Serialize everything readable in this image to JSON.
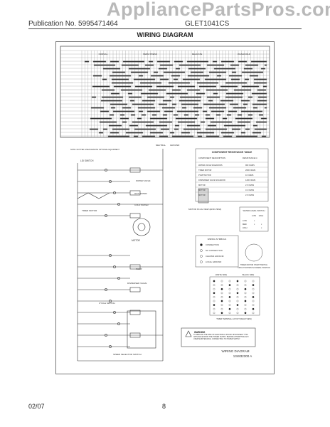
{
  "header": {
    "watermark": "AppliancePartsPros.com",
    "publication_prefix": "Publication No. 5995471464",
    "model_prefix": "GLET1041CS",
    "title": "WIRING DIAGRAM"
  },
  "timer_chart": {
    "stages": [
      "NORMAL",
      "PERM PRESS",
      "DELICATE",
      "WASH/COLD"
    ]
  },
  "resistance_table": {
    "title": "COMPONENT RESISTANCE TABLE",
    "col_headers": [
      "COMPONENT DESCRIPTION",
      "RESISTANCE Ω"
    ],
    "rows": [
      [
        "WATER VALVE SOLENOIDS",
        "900 OHMS"
      ],
      [
        "TIMER MOTOR",
        "2600 OHMS"
      ],
      [
        "PUMP MOTOR",
        "10 OHMS"
      ],
      [
        "DISPENSER VALVE SOLENOID",
        "1200 OHMS"
      ],
      [
        "MOTOR",
        "2.6 OHMS"
      ],
      [
        "MOTOR",
        "3.2 OHMS"
      ],
      [
        "MOTOR",
        "2.6 OHMS"
      ]
    ]
  },
  "legend": {
    "title": "WIRING SYMBOLS",
    "items": [
      "CONNECTION",
      "NO CONNECTION",
      "CHASSIS GROUND",
      "LOCAL GROUND"
    ]
  },
  "wl_switch": {
    "title": "WATER LEVEL SWITCH",
    "cols": [
      "LOW",
      "HIGH"
    ],
    "rows": [
      [
        "LOW",
        "x",
        ""
      ],
      [
        "MED",
        "x",
        "x"
      ],
      [
        "HIGH",
        "",
        "x"
      ]
    ]
  },
  "timer_note": {
    "title": "TIMER MOTOR START SWITCH",
    "text": "CIRCUIT SHOWN IN NORMAL POSITION"
  },
  "timer_terminals": {
    "white_col": "WHITE SIDE",
    "black_col": "BLACK SIDE",
    "caption": "TIMER TERMINAL LAYOUT (REAR VIEW)"
  },
  "warning": {
    "label": "WARNING",
    "text": "TO REDUCE THE RISK OF ELECTRICAL SHOCK DISCONNECT THIS APPLIANCE FROM THE POWER SUPPLY BEFORE ATTEMPTING ANY USER MAINTENANCE. CONNECTING TO POWER SUPPLY"
  },
  "diagram_id": {
    "line1": "WIRING DIAGRAM",
    "line2": "134832300 A"
  },
  "schematic_labels": {
    "lid_switch": "LID SWITCH",
    "motor": "MOTOR",
    "timer_motor": "TIMER MOTOR",
    "water_valve": "WATER VALVE",
    "pump": "PUMP",
    "neutral": "NEUTRAL",
    "ground": "GROUND",
    "hot_water": "HOT WATER",
    "cold_water": "COLD WATER",
    "dispenser": "DISPENSER VALVE",
    "cycle_switch": "CYCLE SWITCH",
    "speed_switch": "SPEED SELECTOR SWITCH",
    "motor_plug": "MOTOR PLUG VIEW (END VIEW)",
    "note": "NOTE: DOTTED LINES DENOTE OPTIONAL EQUIPMENT"
  },
  "footer": {
    "date": "02/07",
    "page": "8"
  }
}
